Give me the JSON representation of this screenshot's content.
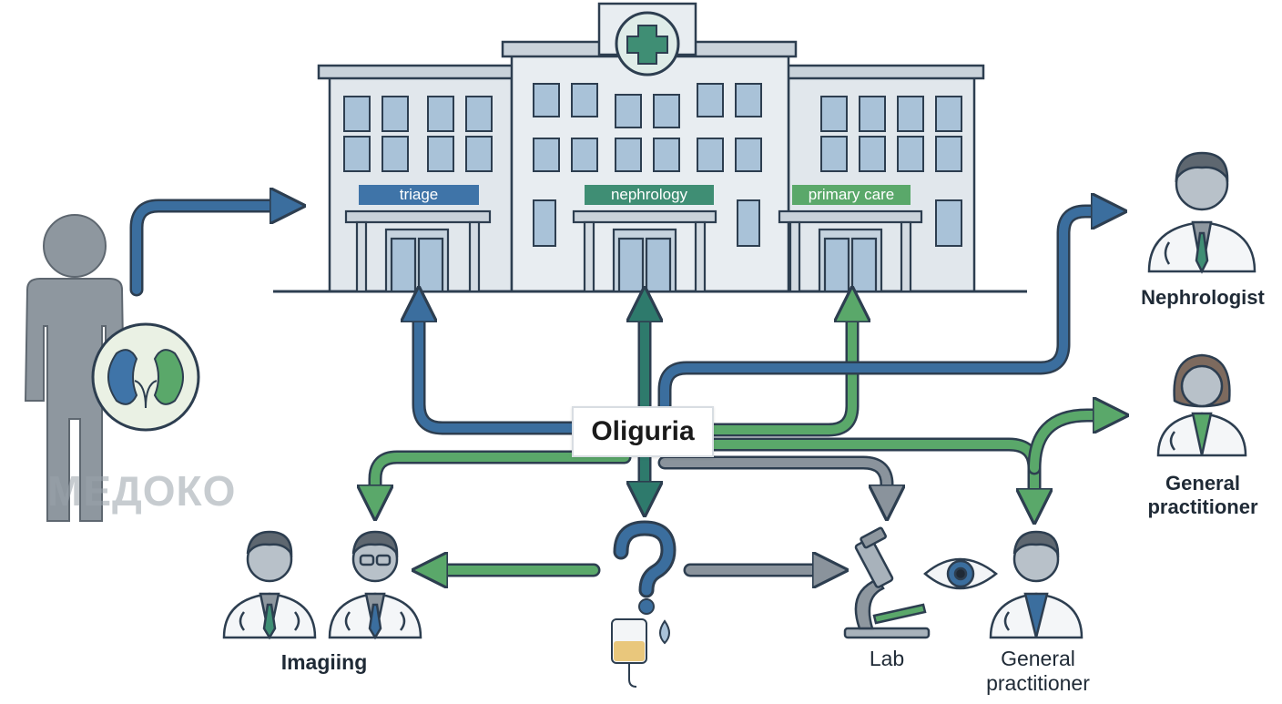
{
  "diagram": {
    "center": "Oliguria",
    "departments": {
      "left": "triage",
      "middle": "nephrology",
      "right": "primary care"
    },
    "roles": {
      "nephrologist": "Nephrologist",
      "gp_upper_line1": "General",
      "gp_upper_line2": "practitioner",
      "imaging": "Imagiing",
      "lab": "Lab",
      "gp_lower_line1": "General",
      "gp_lower_line2": "practitioner"
    },
    "watermark": "МЕДОКО"
  },
  "colors": {
    "blue": "#3b6e9e",
    "teal": "#2e7a6c",
    "green": "#5aa86a",
    "gray": "#8a939c",
    "outline": "#2d3e50",
    "building": "#dfe5ea",
    "window": "#a9c2d8"
  }
}
